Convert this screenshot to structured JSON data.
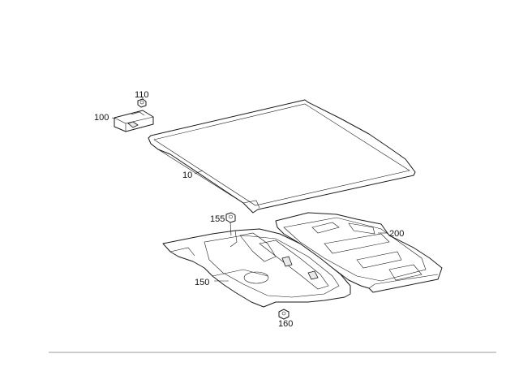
{
  "diagram": {
    "callouts": {
      "c110": "110",
      "c100": "100",
      "c10": "10",
      "c155": "155",
      "c200": "200",
      "c150": "150",
      "c160": "160"
    }
  }
}
